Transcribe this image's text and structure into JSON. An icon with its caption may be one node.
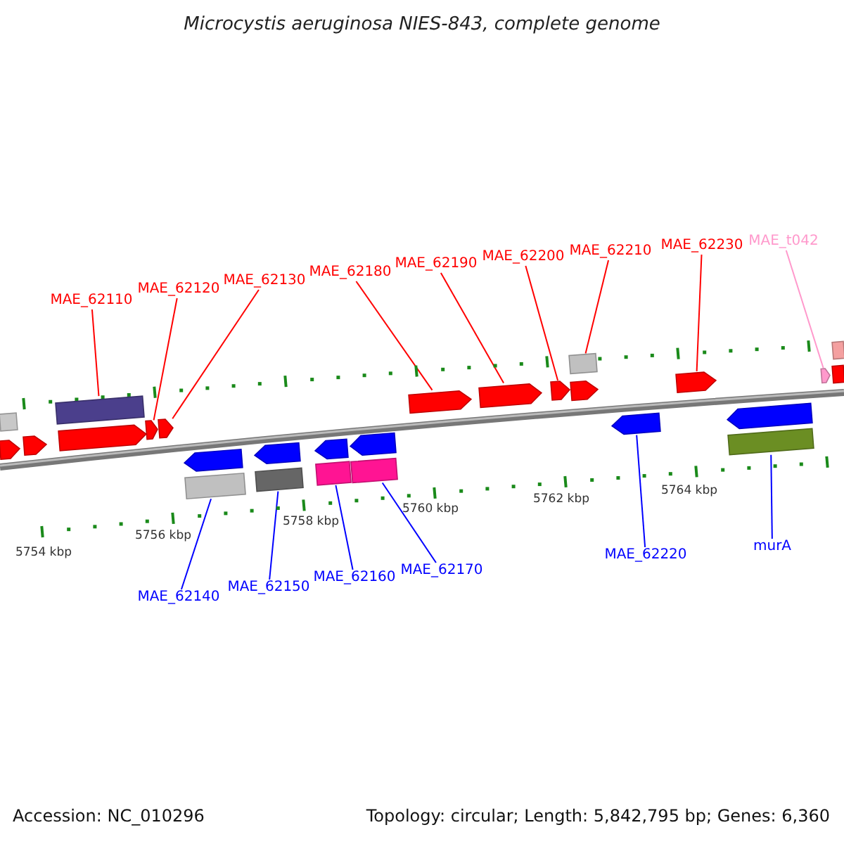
{
  "diagram": {
    "title": "Microcystis aeruginosa NIES-843, complete genome",
    "nodes": [
      {
        "text": [
          "MAE_62110"
        ]
      },
      {
        "text": [
          "MAE_62120"
        ]
      },
      {
        "text": [
          "MAE_62130"
        ]
      },
      {
        "text": [
          "MAE_62180"
        ]
      },
      {
        "text": [
          "MAE_62190"
        ]
      },
      {
        "text": [
          "MAE_62200"
        ]
      },
      {
        "text": [
          "MAE_62210"
        ]
      },
      {
        "text": [
          "MAE_62230"
        ]
      },
      {
        "text": [
          "MAE_t042"
        ]
      },
      {
        "text": [
          "MAE_62140"
        ]
      },
      {
        "text": [
          "MAE_62150"
        ]
      },
      {
        "text": [
          "MAE_62160"
        ]
      },
      {
        "text": [
          "MAE_62170"
        ]
      },
      {
        "text": [
          "MAE_62220"
        ]
      },
      {
        "text": [
          "murA"
        ]
      },
      {
        "text": [],
        "shape": "box"
      },
      {
        "text": [],
        "shape": "arrow"
      },
      {
        "text": [],
        "shape": "arrow"
      },
      {
        "text": [],
        "shape": "box"
      },
      {
        "text": [],
        "shape": "arrow"
      },
      {
        "text": [],
        "shape": "arrow"
      },
      {
        "text": [],
        "shape": "arrow"
      },
      {
        "text": [],
        "shape": "arrow"
      },
      {
        "text": [],
        "shape": "box"
      },
      {
        "text": [],
        "shape": "arrow"
      },
      {
        "text": [],
        "shape": "box"
      },
      {
        "text": [],
        "shape": "arrow"
      },
      {
        "text": [],
        "shape": "box"
      },
      {
        "text": [],
        "shape": "arrow"
      },
      {
        "text": [],
        "shape": "box"
      },
      {
        "text": [],
        "shape": "arrow"
      },
      {
        "text": [],
        "shape": "arrow"
      },
      {
        "text": [],
        "shape": "arrow"
      },
      {
        "text": [],
        "shape": "box"
      },
      {
        "text": [],
        "shape": "arrow"
      },
      {
        "text": [],
        "shape": "arrow"
      },
      {
        "text": [],
        "shape": "arrow"
      },
      {
        "text": [],
        "shape": "arrow"
      },
      {
        "text": [],
        "shape": "box"
      },
      {
        "text": [],
        "shape": "arrow"
      },
      {
        "text": [],
        "shape": "box"
      },
      {
        "text": [],
        "shape": "box"
      }
    ],
    "edges": [
      {
        "from": 0,
        "to": 18,
        "arrow": "none"
      },
      {
        "from": 1,
        "to": 20,
        "arrow": "none"
      },
      {
        "from": 2,
        "to": 21,
        "arrow": "none"
      },
      {
        "from": 3,
        "to": 30,
        "arrow": "none"
      },
      {
        "from": 4,
        "to": 31,
        "arrow": "none"
      },
      {
        "from": 5,
        "to": 32,
        "arrow": "none"
      },
      {
        "from": 6,
        "to": 33,
        "arrow": "none"
      },
      {
        "from": 7,
        "to": 36,
        "arrow": "none"
      },
      {
        "from": 8,
        "to": 39,
        "arrow": "none",
        "color": "#ff99cc"
      },
      {
        "from": 9,
        "to": 23,
        "arrow": "none",
        "color": "#0000ff"
      },
      {
        "from": 10,
        "to": 25,
        "arrow": "none",
        "color": "#0000ff"
      },
      {
        "from": 11,
        "to": 27,
        "arrow": "none",
        "color": "#0000ff"
      },
      {
        "from": 12,
        "to": 29,
        "arrow": "none",
        "color": "#0000ff"
      },
      {
        "from": 13,
        "to": 35,
        "arrow": "none",
        "color": "#0000ff"
      },
      {
        "from": 14,
        "to": 38,
        "arrow": "none",
        "color": "#0000ff"
      }
    ],
    "labels": [
      "5754 kbp",
      "5756 kbp",
      "5758 kbp",
      "5760 kbp",
      "5762 kbp",
      "5764 kbp",
      "Accession: NC_010296",
      "Topology: circular; Length: 5,842,795 bp; Genes: 6,360"
    ]
  }
}
